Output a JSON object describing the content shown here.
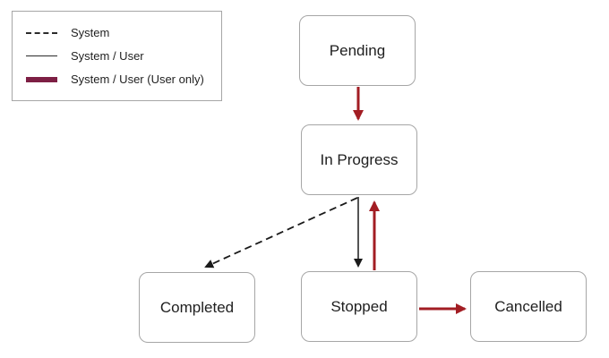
{
  "diagram": {
    "legend": {
      "items": [
        {
          "style": "dashed",
          "label": "System"
        },
        {
          "style": "solid",
          "label": "System / User"
        },
        {
          "style": "thick",
          "label": "System / User (User only)"
        }
      ]
    },
    "nodes": [
      {
        "id": "pending",
        "label": "Pending"
      },
      {
        "id": "in-progress",
        "label": "In Progress"
      },
      {
        "id": "completed",
        "label": "Completed"
      },
      {
        "id": "stopped",
        "label": "Stopped"
      },
      {
        "id": "cancelled",
        "label": "Cancelled"
      }
    ],
    "edges": [
      {
        "from": "Pending",
        "to": "In Progress",
        "type": "System / User (User only)"
      },
      {
        "from": "In Progress",
        "to": "Completed",
        "type": "System"
      },
      {
        "from": "In Progress",
        "to": "Stopped",
        "type": "System / User"
      },
      {
        "from": "Stopped",
        "to": "In Progress",
        "type": "System / User (User only)"
      },
      {
        "from": "Stopped",
        "to": "Cancelled",
        "type": "System / User (User only)"
      }
    ]
  },
  "colors": {
    "arrow_red": "#a21d23",
    "legend_maroon": "#7d1f44",
    "line_black": "#1a1a1a",
    "node_border": "#a6a6a6",
    "text": "#1f1f1f"
  }
}
